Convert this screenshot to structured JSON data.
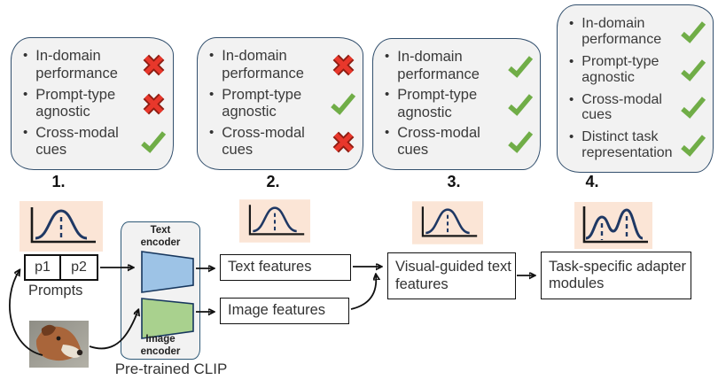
{
  "colors": {
    "cloud_fill": "#f2f2f2",
    "cloud_border": "#33506e",
    "check": "#70ad47",
    "cross_fill": "#e8372b",
    "cross_border": "#8f1d12",
    "icon_bg": "#fbe5d6",
    "curve": "#1f3864",
    "clip_fill": "#f2f2f2",
    "clip_border": "#2e5977",
    "text_encoder_fill": "#9dc3e6",
    "image_encoder_fill": "#a9d18e",
    "shape_border": "#17375e"
  },
  "clouds": [
    {
      "label": "1.",
      "items": [
        {
          "text": "In-domain performance",
          "mark": "cross"
        },
        {
          "text": "Prompt-type agnostic",
          "mark": "cross"
        },
        {
          "text": "Cross-modal cues",
          "mark": "check"
        }
      ]
    },
    {
      "label": "2.",
      "items": [
        {
          "text": "In-domain performance",
          "mark": "cross"
        },
        {
          "text": "Prompt-type agnostic",
          "mark": "check"
        },
        {
          "text": "Cross-modal cues",
          "mark": "cross"
        }
      ]
    },
    {
      "label": "3.",
      "items": [
        {
          "text": "In-domain performance",
          "mark": "check"
        },
        {
          "text": "Prompt-type agnostic",
          "mark": "check"
        },
        {
          "text": "Cross-modal cues",
          "mark": "check"
        }
      ]
    },
    {
      "label": "4.",
      "items": [
        {
          "text": "In-domain performance",
          "mark": "check"
        },
        {
          "text": "Prompt-type agnostic",
          "mark": "check"
        },
        {
          "text": "Cross-modal cues",
          "mark": "check"
        },
        {
          "text": "Distinct task representation",
          "mark": "check"
        }
      ]
    }
  ],
  "dist_icons": [
    {
      "type": "unimodal"
    },
    {
      "type": "unimodal"
    },
    {
      "type": "unimodal"
    },
    {
      "type": "bimodal"
    }
  ],
  "pipeline": {
    "prompt_p1": "p1",
    "prompt_p2": "p2",
    "prompts_label": "Prompts",
    "text_encoder_label": "Text encoder",
    "image_encoder_label": "Image encoder",
    "clip_caption": "Pre-trained CLIP",
    "text_features": "Text features",
    "image_features": "Image features",
    "visual_guided": "Visual-guided text features",
    "task_specific": "Task-specific adapter modules"
  }
}
